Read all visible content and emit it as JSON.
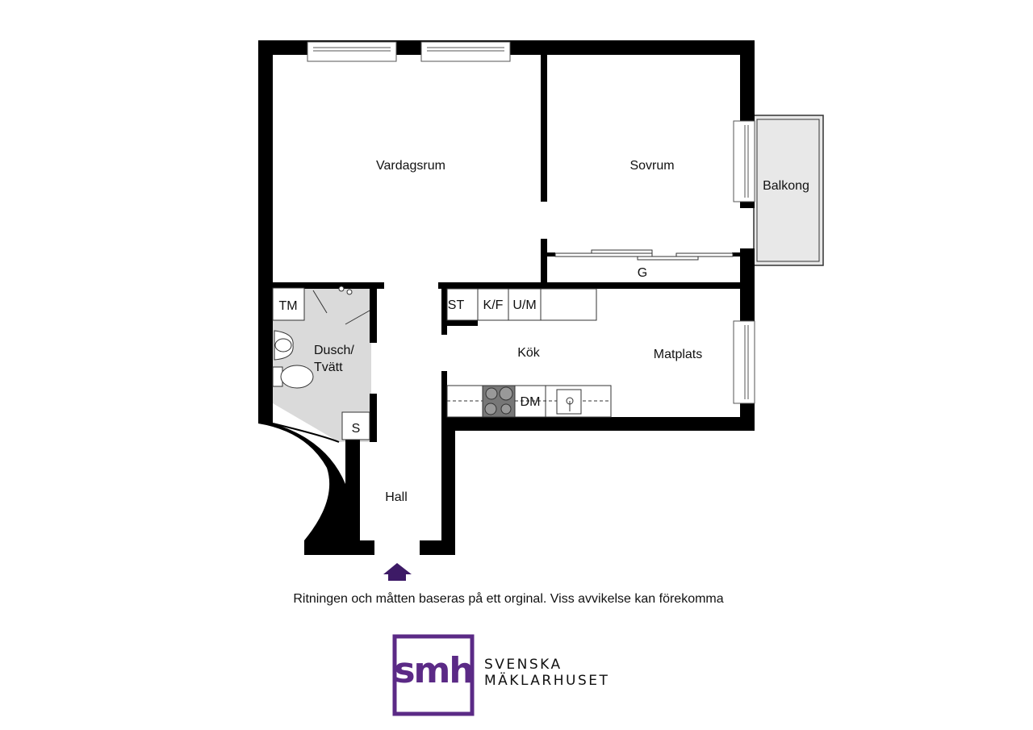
{
  "rooms": {
    "living_room": "Vardagsrum",
    "bedroom": "Sovrum",
    "balcony": "Balkong",
    "wardrobe": "G",
    "bathroom_line1": "Dusch/",
    "bathroom_line2": "Tvätt",
    "kitchen": "Kök",
    "dining": "Matplats",
    "hall": "Hall"
  },
  "fixtures": {
    "dryer": "TM",
    "storage": "ST",
    "fridge_freezer": "K/F",
    "microwave_oven": "U/M",
    "dishwasher": "DM",
    "closet": "S"
  },
  "colors": {
    "wall": "#000000",
    "wet_room": "#dadada",
    "balcony": "#e8e8e8",
    "entrance_arrow": "#3d1a66",
    "brand": "#5b2a86"
  },
  "footer": {
    "disclaimer": "Ritningen och måtten baseras på ett orginal. Viss avvikelse kan förekomma",
    "logo_mark": "smh",
    "logo_line1": "SVENSKA",
    "logo_line2": "MÄKLARHUSET"
  }
}
